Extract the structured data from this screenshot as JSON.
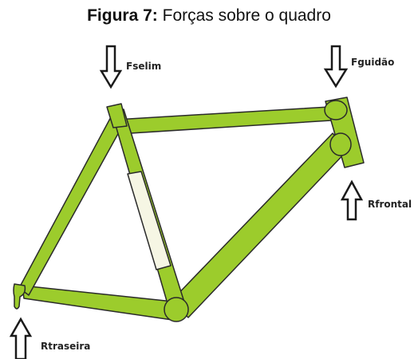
{
  "figure": {
    "caption_label": "Figura 7:",
    "caption_text": " Forças sobre o quadro"
  },
  "forces": [
    {
      "id": "fselim",
      "label": "Fselim",
      "direction": "down"
    },
    {
      "id": "fguidao",
      "label": "Fguidão",
      "direction": "down"
    },
    {
      "id": "rfrontal",
      "label": "Rfrontal",
      "direction": "up"
    },
    {
      "id": "rtraseira",
      "label": "Rtraseira",
      "direction": "up"
    }
  ],
  "colors": {
    "frame_fill": "#9ccc2c",
    "frame_stroke": "#2a2a2a",
    "seat_tube_insert": "#f6f6e4",
    "arrow_fill": "#ffffff",
    "arrow_stroke": "#1a1a1a"
  }
}
